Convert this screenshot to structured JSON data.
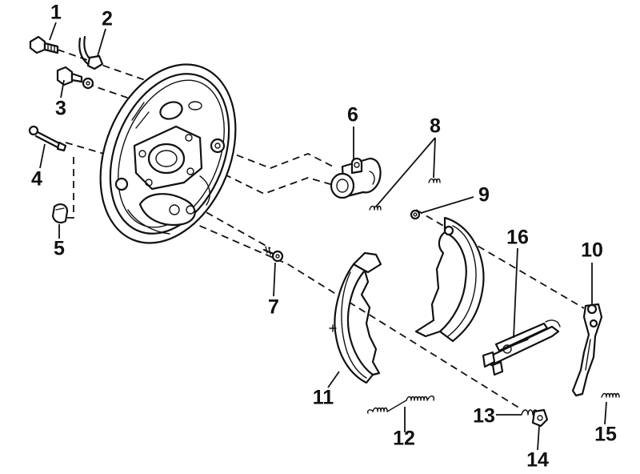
{
  "diagram": {
    "callouts": [
      {
        "id": "1",
        "text": "1"
      },
      {
        "id": "2",
        "text": "2"
      },
      {
        "id": "3",
        "text": "3"
      },
      {
        "id": "4",
        "text": "4"
      },
      {
        "id": "5",
        "text": "5"
      },
      {
        "id": "6",
        "text": "6"
      },
      {
        "id": "7",
        "text": "7"
      },
      {
        "id": "8",
        "text": "8"
      },
      {
        "id": "9",
        "text": "9"
      },
      {
        "id": "10",
        "text": "10"
      },
      {
        "id": "11",
        "text": "11"
      },
      {
        "id": "12",
        "text": "12"
      },
      {
        "id": "13",
        "text": "13"
      },
      {
        "id": "14",
        "text": "14"
      },
      {
        "id": "15",
        "text": "15"
      },
      {
        "id": "16",
        "text": "16"
      }
    ],
    "colors": {
      "ink": "#111111",
      "paper": "#ffffff"
    }
  }
}
